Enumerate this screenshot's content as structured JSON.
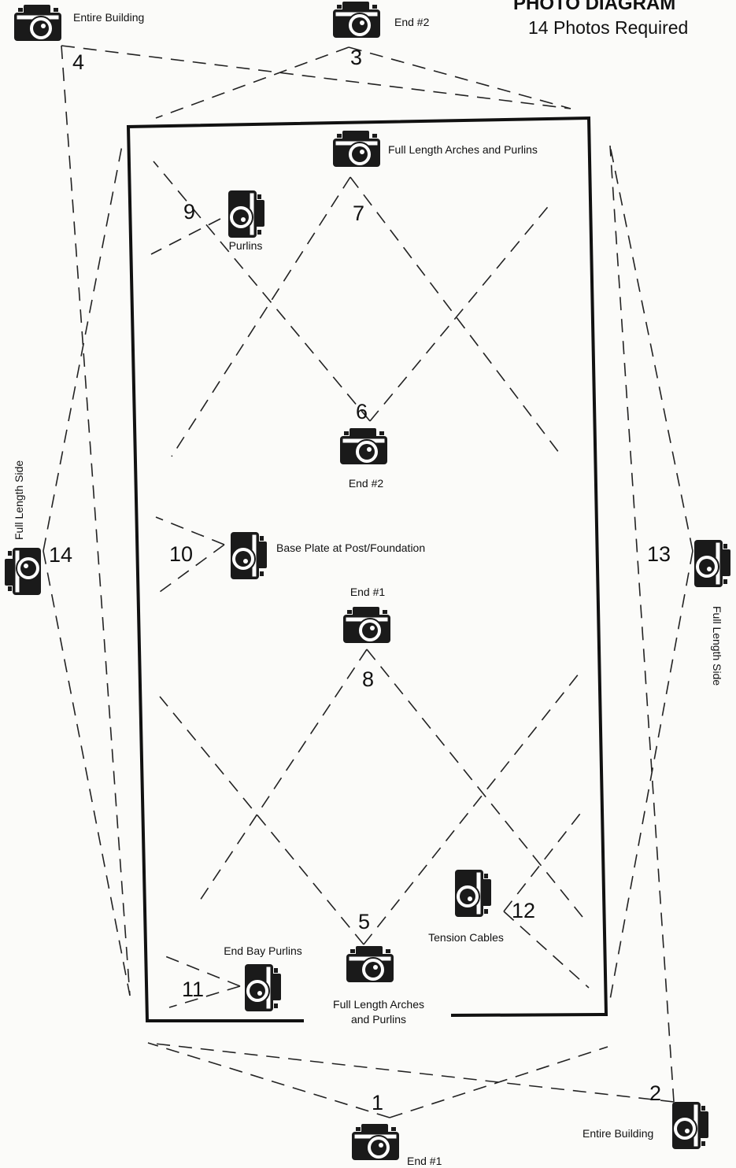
{
  "header": {
    "title": "PHOTO DIAGRAM",
    "subtitle": "14 Photos Required"
  },
  "photos": [
    {
      "number": "1",
      "caption": "End #1",
      "icon": "camera-icon"
    },
    {
      "number": "2",
      "caption": "Entire Building",
      "icon": "camera-icon"
    },
    {
      "number": "3",
      "caption": "End #2",
      "icon": "camera-icon"
    },
    {
      "number": "4",
      "caption": "Entire Building",
      "icon": "camera-icon"
    },
    {
      "number": "5",
      "caption_lines": [
        "Full Length Arches",
        "and Purlins"
      ],
      "icon": "camera-icon"
    },
    {
      "number": "6",
      "caption": "End #2",
      "icon": "camera-icon"
    },
    {
      "number": "7",
      "caption": "Full Length Arches and Purlins",
      "icon": "camera-icon"
    },
    {
      "number": "8",
      "caption": "End #1",
      "icon": "camera-icon"
    },
    {
      "number": "9",
      "caption": "Purlins",
      "icon": "camera-icon"
    },
    {
      "number": "10",
      "caption": "Base Plate at Post/Foundation",
      "icon": "camera-icon"
    },
    {
      "number": "11",
      "caption": "End Bay Purlins",
      "icon": "camera-icon"
    },
    {
      "number": "12",
      "caption": "Tension Cables",
      "icon": "camera-icon"
    },
    {
      "number": "13",
      "caption": "Full Length Side",
      "icon": "camera-icon"
    },
    {
      "number": "14",
      "caption": "Full Length Side",
      "icon": "camera-icon"
    }
  ]
}
